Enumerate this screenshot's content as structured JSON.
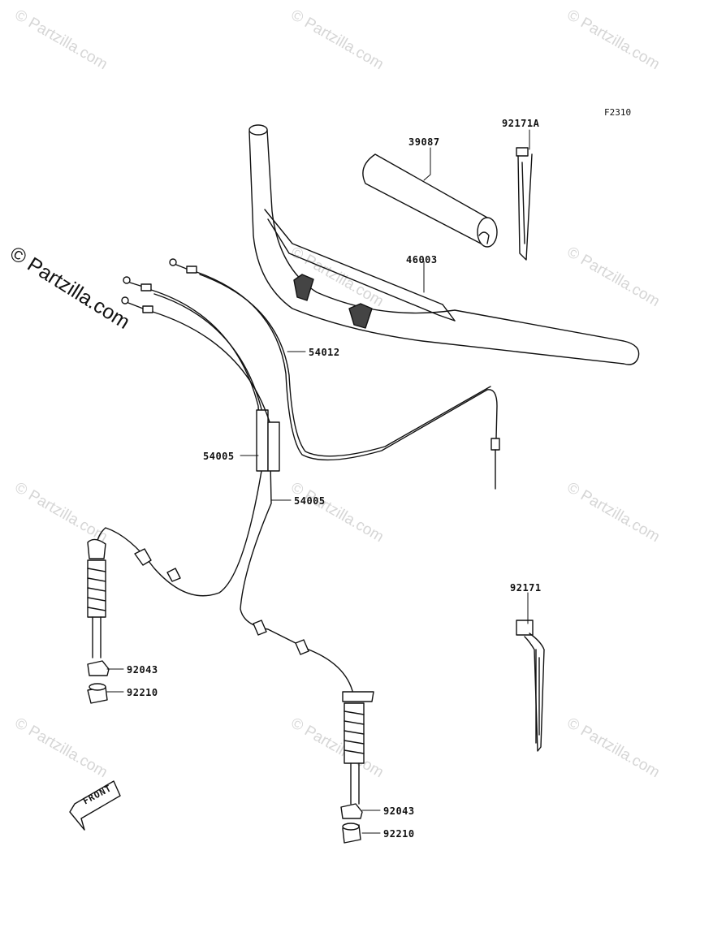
{
  "watermark": "© Partzilla.com",
  "brand": "© Partzilla.com",
  "figure_code": "F2310",
  "front_label": "FRONT",
  "parts": {
    "p39087": "39087",
    "p92171A": "92171A",
    "p46003": "46003",
    "p54012": "54012",
    "p54005a": "54005",
    "p54005b": "54005",
    "p92171": "92171",
    "p92043a": "92043",
    "p92210a": "92210",
    "p92043b": "92043",
    "p92210b": "92210"
  }
}
